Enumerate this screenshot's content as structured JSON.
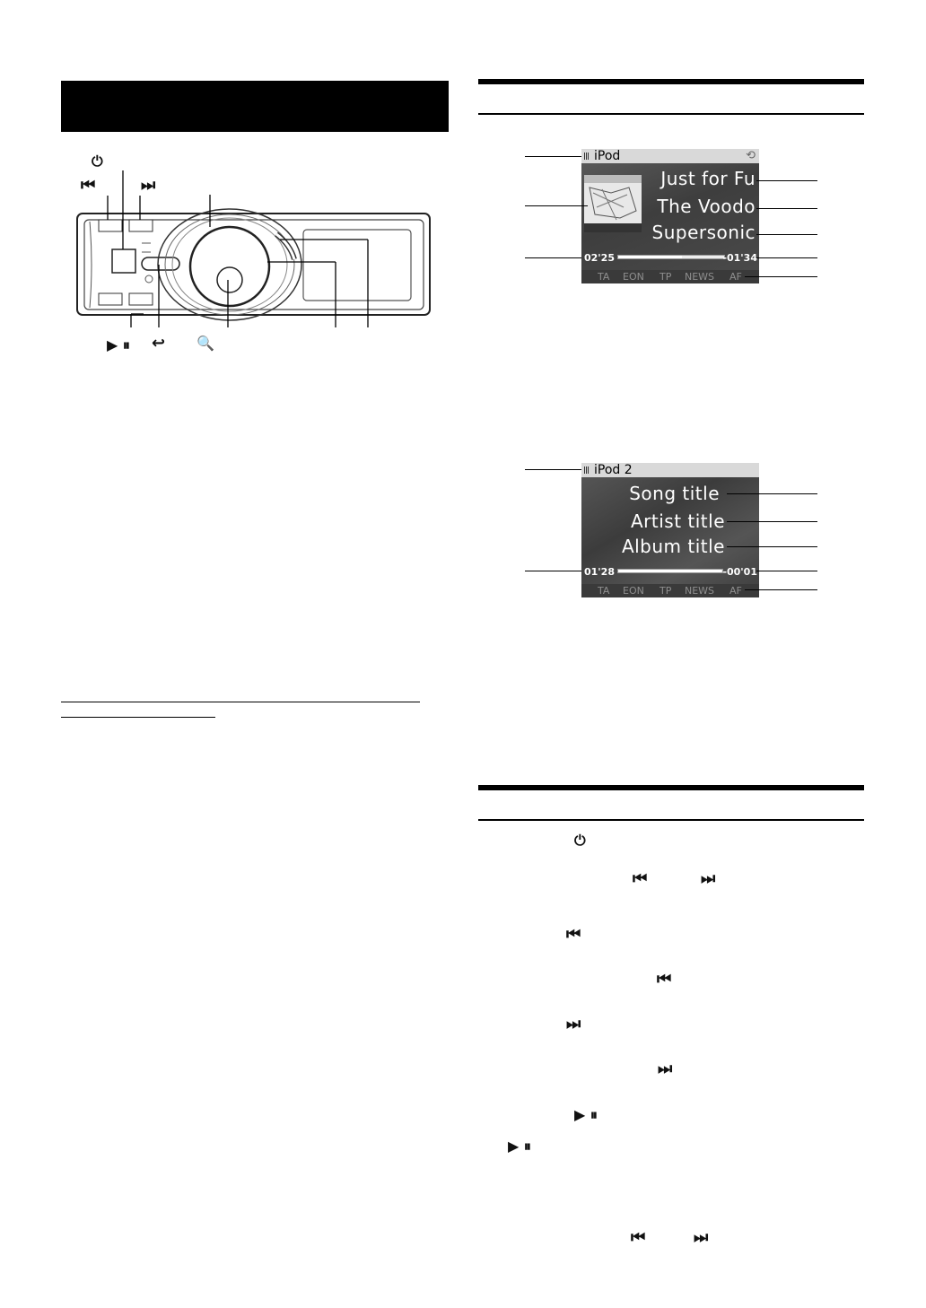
{
  "left_header": {
    "text": ""
  },
  "controls": {
    "power": "⏻",
    "prev": "⏮",
    "next": "⏭",
    "play_pause": "▶ ⏸",
    "back": "↩",
    "search": "🔍"
  },
  "screen1": {
    "title": "iPod",
    "line1": "Just for Fu",
    "line2": "The Voodo",
    "line3": "Supersonic",
    "time_elapsed": "02'25",
    "time_remaining": "-01'34",
    "progress": 0.6,
    "status": [
      "TA",
      "EON",
      "TP",
      "NEWS",
      "AF"
    ]
  },
  "screen2": {
    "title": "iPod 2",
    "line1": "Song title",
    "line2": "Artist title",
    "line3": "Album title",
    "time_elapsed": "01'28",
    "time_remaining": "-00'01",
    "progress": 0.99,
    "status": [
      "TA",
      "EON",
      "TP",
      "NEWS",
      "AF"
    ]
  },
  "steps": {
    "power": "⏻",
    "prev_next_1": "⏮",
    "prev_next_2": "⏭",
    "prev_a": "⏮",
    "prev_b": "⏮",
    "next_a": "⏭",
    "next_b": "⏭",
    "play_a": "▶ ⏸",
    "play_b": "▶ ⏸",
    "final_prev": "⏮",
    "final_next": "⏭"
  }
}
